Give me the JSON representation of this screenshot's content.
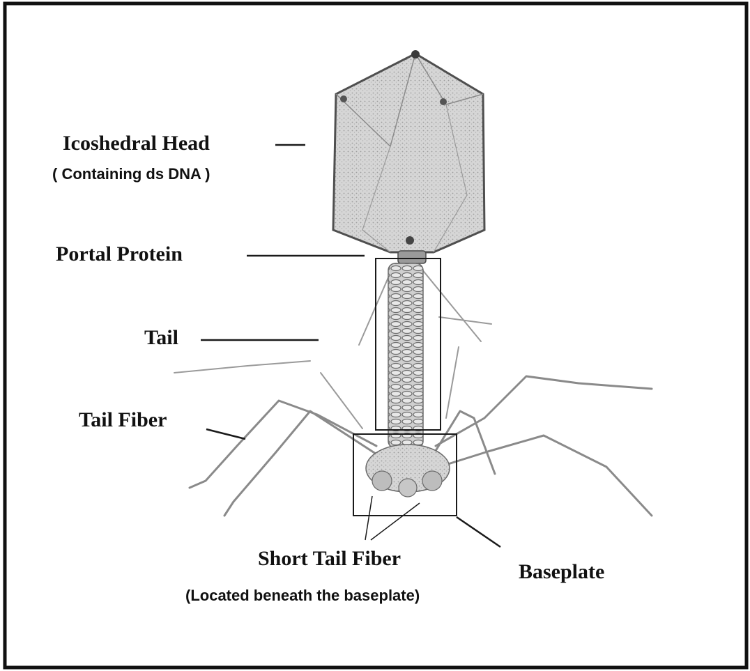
{
  "labels": {
    "head": "Icoshedral Head",
    "head_sub": "( Containing ds DNA )",
    "portal": "Portal Protein",
    "tail": "Tail",
    "tail_fiber": "Tail Fiber",
    "short_tail_fiber": "Short Tail Fiber",
    "short_tail_fiber_sub": "(Located beneath the baseplate)",
    "baseplate": "Baseplate"
  },
  "colors": {
    "frame": "#111111",
    "head_fill": "#d9d9d9",
    "head_edge": "#5a5a5a",
    "tail_fill": "#bdbdbd",
    "fiber": "#8a8a8a"
  }
}
